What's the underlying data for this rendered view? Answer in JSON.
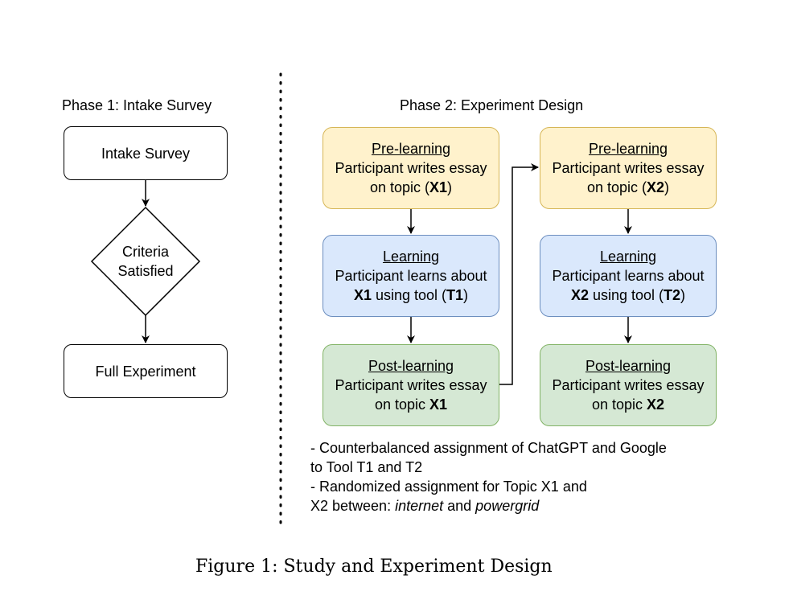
{
  "phase1": {
    "title": "Phase 1: Intake Survey",
    "intake_box": "Intake Survey",
    "decision_line1": "Criteria",
    "decision_line2": "Satisfied",
    "full_box": "Full Experiment"
  },
  "phase2": {
    "title": "Phase 2: Experiment Design",
    "column1": {
      "pre": {
        "title": "Pre-learning",
        "line1": "Participant writes essay",
        "line2_pre": "on topic (",
        "line2_bold": "X1",
        "line2_post": ")"
      },
      "learn": {
        "title": "Learning",
        "line1": "Participant learns about",
        "line2_bold_a": "X1",
        "line2_mid": " using tool (",
        "line2_bold_b": "T1",
        "line2_post": ")"
      },
      "post": {
        "title": "Post-learning",
        "line1": "Participant writes essay",
        "line2_pre": "on topic ",
        "line2_bold": "X1"
      }
    },
    "column2": {
      "pre": {
        "title": "Pre-learning",
        "line1": "Participant writes essay",
        "line2_pre": "on topic (",
        "line2_bold": "X2",
        "line2_post": ")"
      },
      "learn": {
        "title": "Learning",
        "line1": "Participant learns about",
        "line2_bold_a": "X2",
        "line2_mid": " using tool (",
        "line2_bold_b": "T2",
        "line2_post": ")"
      },
      "post": {
        "title": "Post-learning",
        "line1": "Participant writes essay",
        "line2_pre": "on topic ",
        "line2_bold": "X2"
      }
    },
    "notes": {
      "line1": "- Counterbalanced assignment of ChatGPT and Google",
      "line2": "to Tool T1 and T2",
      "line3": "- Randomized assignment for Topic X1 and",
      "line4_pre": "X2 between: ",
      "line4_italic_a": "internet",
      "line4_mid": " and ",
      "line4_italic_b": "powergrid"
    }
  },
  "caption": "Figure 1: Study and Experiment Design",
  "colors": {
    "pre_fill": "#fff2cc",
    "pre_border": "#d6b656",
    "learn_fill": "#dae8fc",
    "learn_border": "#6c8ebf",
    "post_fill": "#d5e8d4",
    "post_border": "#82b366"
  }
}
